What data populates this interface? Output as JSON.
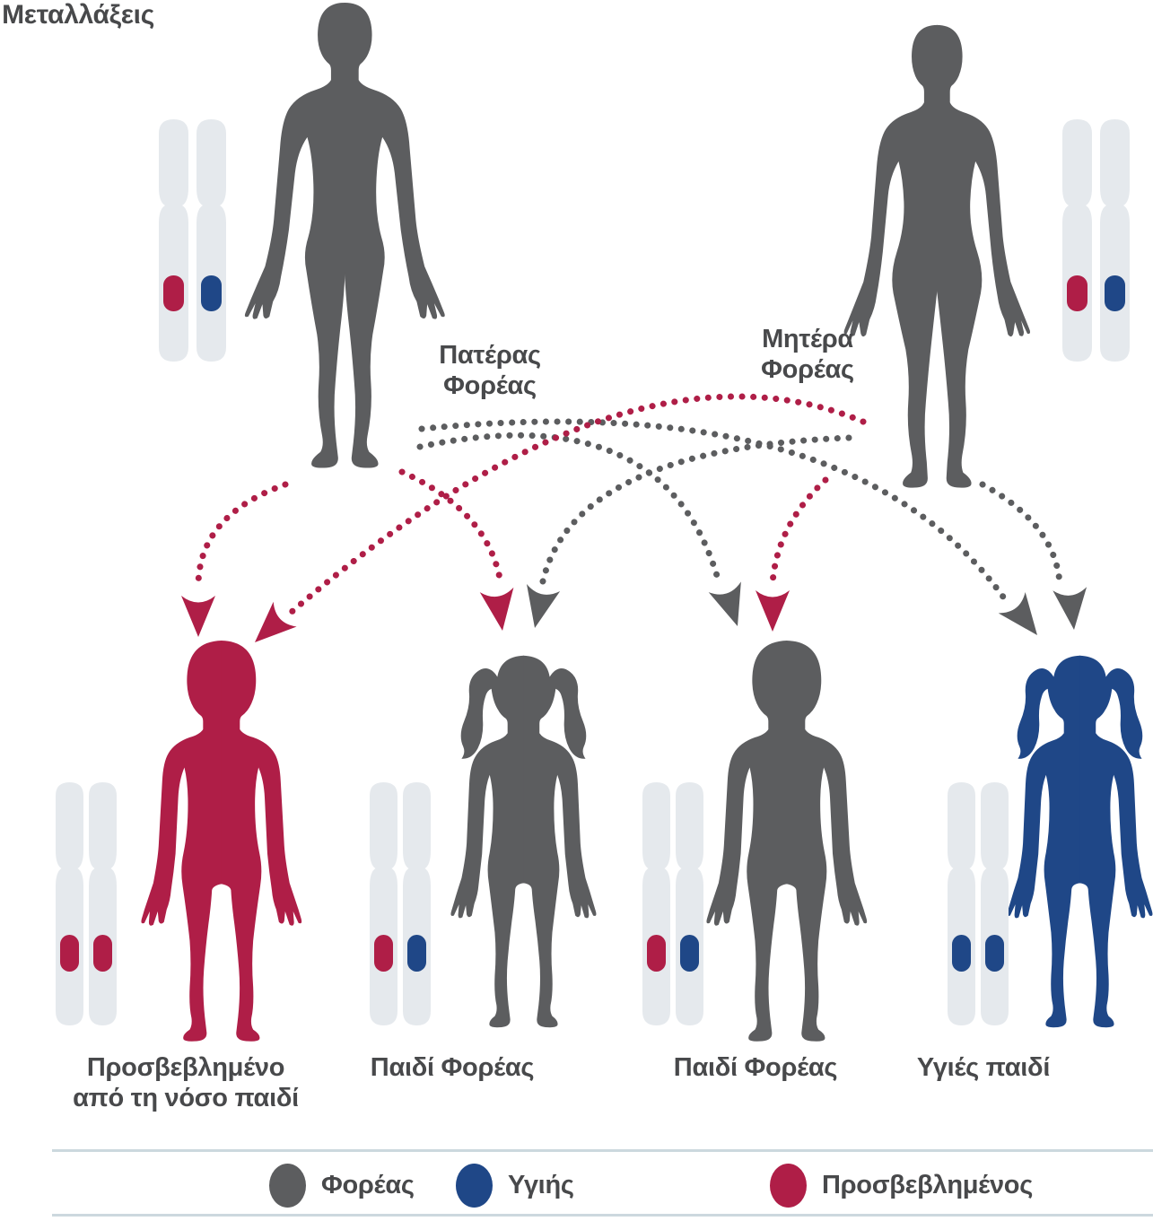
{
  "mutations_label": "Μεταλλάξεις",
  "parents": {
    "father": {
      "label_line1": "Πατέρας",
      "label_line2": "Φορέας",
      "status": "carrier",
      "alleles": [
        "mutated",
        "normal"
      ]
    },
    "mother": {
      "label_line1": "Μητέρα",
      "label_line2": "Φορέας",
      "status": "carrier",
      "alleles": [
        "mutated",
        "normal"
      ]
    }
  },
  "children": [
    {
      "label_line1": "Προσβεβλημένο",
      "label_line2": "από τη νόσο παιδί",
      "status": "affected",
      "sex": "boy",
      "alleles": [
        "mutated",
        "mutated"
      ]
    },
    {
      "label_line1": "Παιδί Φορέας",
      "label_line2": "",
      "status": "carrier",
      "sex": "girl",
      "alleles": [
        "mutated",
        "normal"
      ]
    },
    {
      "label_line1": "Παιδί Φορέας",
      "label_line2": "",
      "status": "carrier",
      "sex": "boy",
      "alleles": [
        "mutated",
        "normal"
      ]
    },
    {
      "label_line1": "Υγιές παιδί",
      "label_line2": "",
      "status": "healthy",
      "sex": "girl",
      "alleles": [
        "normal",
        "normal"
      ]
    }
  ],
  "legend": {
    "items": [
      {
        "label": "Φορέας",
        "status": "carrier",
        "color": "#5c5d5f"
      },
      {
        "label": "Υγιής",
        "status": "healthy",
        "color": "#1f4787"
      },
      {
        "label": "Προσβεβλημένος",
        "status": "affected",
        "color": "#af1e47"
      }
    ]
  },
  "colors": {
    "gray": "#5c5d5f",
    "red": "#af1e47",
    "blue": "#1f4787",
    "chromosome": "#e5e9ed",
    "text": "#48494b",
    "line": "#ccd8de",
    "background": "#ffffff"
  }
}
